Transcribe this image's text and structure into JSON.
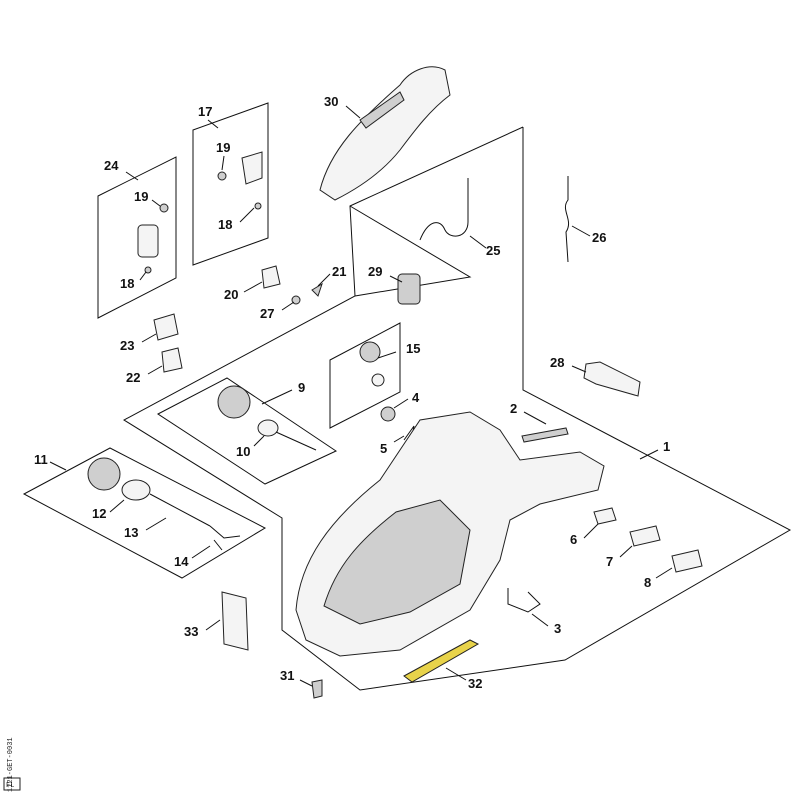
{
  "diagram": {
    "callouts": [
      {
        "id": "1",
        "text": "1"
      },
      {
        "id": "2",
        "text": "2"
      },
      {
        "id": "3",
        "text": "3"
      },
      {
        "id": "4",
        "text": "4"
      },
      {
        "id": "5",
        "text": "5"
      },
      {
        "id": "6",
        "text": "6"
      },
      {
        "id": "7",
        "text": "7"
      },
      {
        "id": "8",
        "text": "8"
      },
      {
        "id": "9",
        "text": "9"
      },
      {
        "id": "10",
        "text": "10"
      },
      {
        "id": "11",
        "text": "11"
      },
      {
        "id": "12",
        "text": "12"
      },
      {
        "id": "13",
        "text": "13"
      },
      {
        "id": "14",
        "text": "14"
      },
      {
        "id": "15",
        "text": "15"
      },
      {
        "id": "17",
        "text": "17"
      },
      {
        "id": "18a",
        "text": "18"
      },
      {
        "id": "18b",
        "text": "18"
      },
      {
        "id": "19a",
        "text": "19"
      },
      {
        "id": "19b",
        "text": "19"
      },
      {
        "id": "20",
        "text": "20"
      },
      {
        "id": "21",
        "text": "21"
      },
      {
        "id": "22",
        "text": "22"
      },
      {
        "id": "23",
        "text": "23"
      },
      {
        "id": "24",
        "text": "24"
      },
      {
        "id": "25",
        "text": "25"
      },
      {
        "id": "26",
        "text": "26"
      },
      {
        "id": "27",
        "text": "27"
      },
      {
        "id": "28",
        "text": "28"
      },
      {
        "id": "29",
        "text": "29"
      },
      {
        "id": "30",
        "text": "30"
      },
      {
        "id": "31",
        "text": "31"
      },
      {
        "id": "32",
        "text": "32"
      },
      {
        "id": "33",
        "text": "33"
      }
    ],
    "side_code": "1121-GET-0031",
    "badge": "FL"
  }
}
